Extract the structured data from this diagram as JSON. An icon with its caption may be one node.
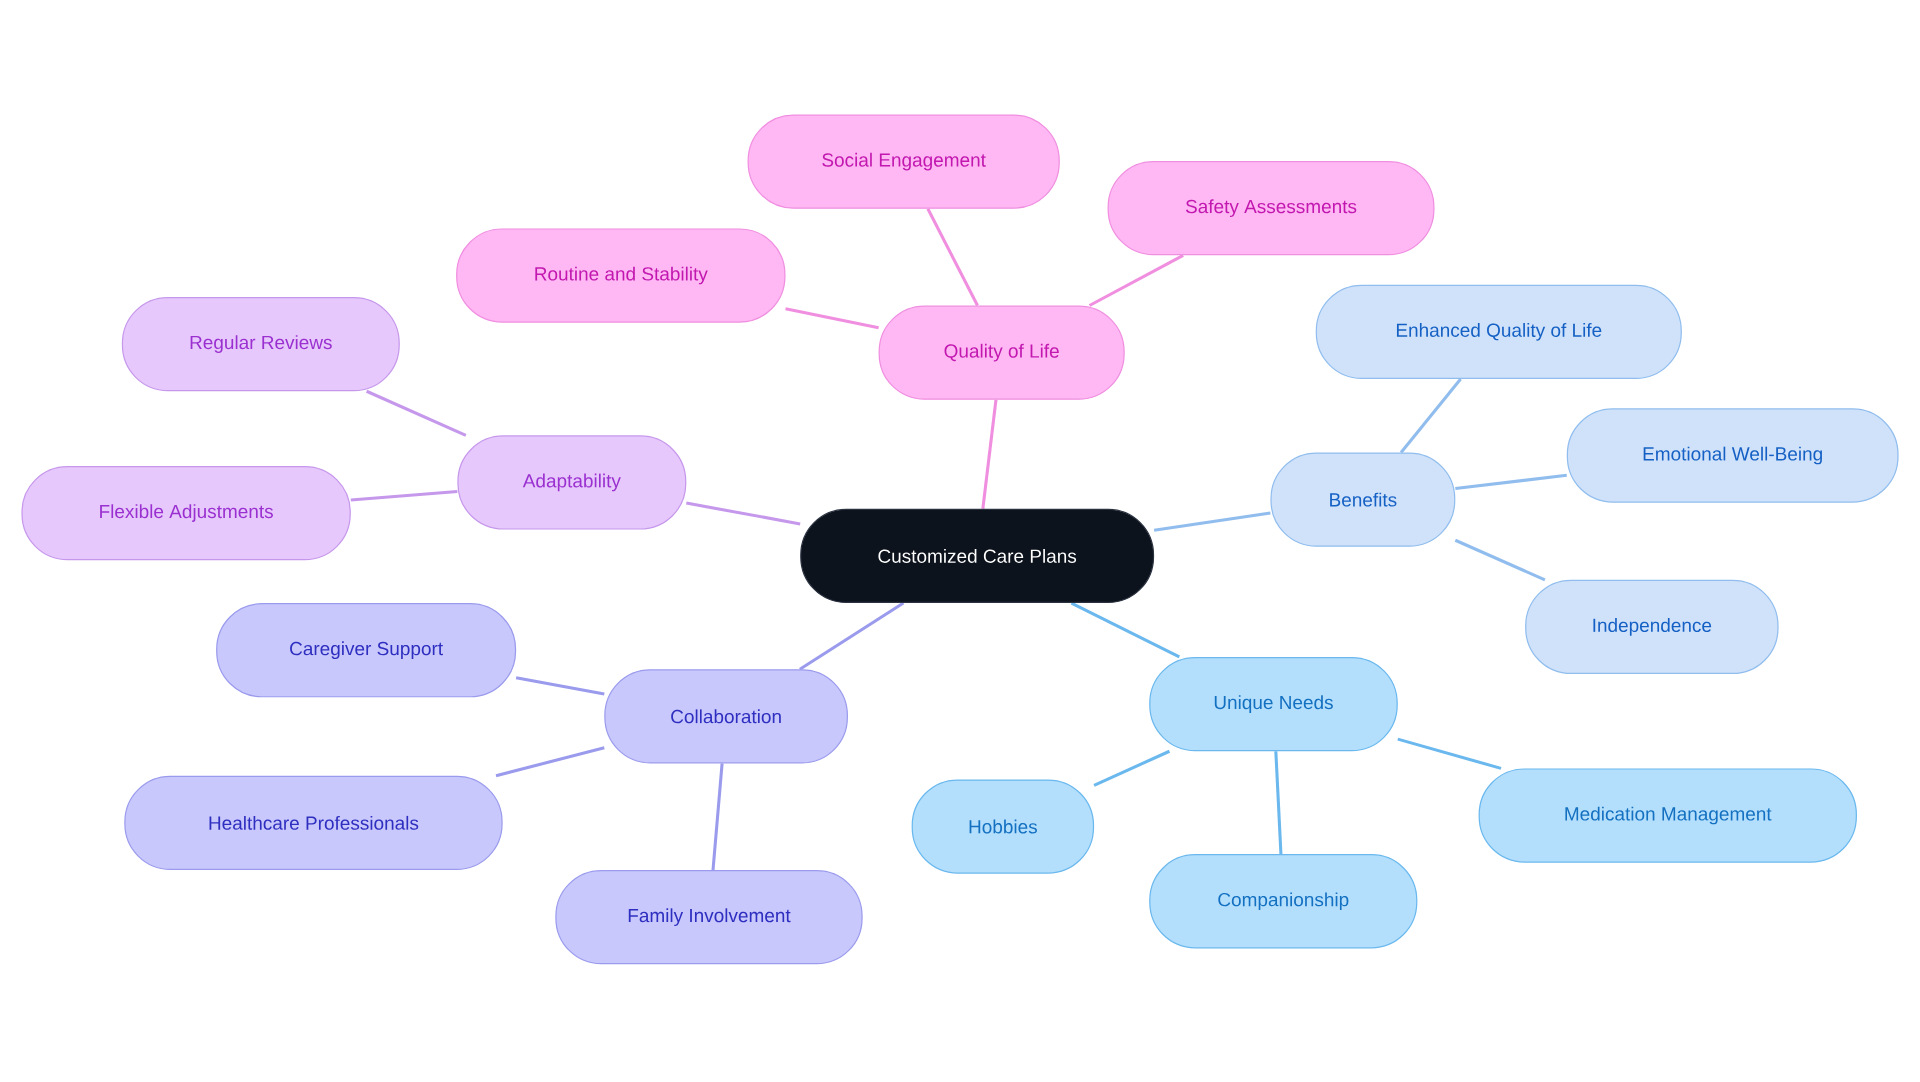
{
  "diagram": {
    "nodes": [
      {
        "text": [
          "Customized Care Plans"
        ]
      },
      {
        "text": [
          "Quality of Life"
        ]
      },
      {
        "text": [
          "Routine and Stability"
        ]
      },
      {
        "text": [
          "Social Engagement"
        ]
      },
      {
        "text": [
          "Safety Assessments"
        ]
      },
      {
        "text": [
          "Benefits"
        ]
      },
      {
        "text": [
          "Enhanced Quality of Life"
        ]
      },
      {
        "text": [
          "Emotional Well-Being"
        ]
      },
      {
        "text": [
          "Independence"
        ]
      },
      {
        "text": [
          "Unique Needs"
        ]
      },
      {
        "text": [
          "Hobbies"
        ]
      },
      {
        "text": [
          "Companionship"
        ]
      },
      {
        "text": [
          "Medication Management"
        ]
      },
      {
        "text": [
          "Collaboration"
        ]
      },
      {
        "text": [
          "Caregiver Support"
        ]
      },
      {
        "text": [
          "Healthcare Professionals"
        ]
      },
      {
        "text": [
          "Family Involvement"
        ]
      },
      {
        "text": [
          "Adaptability"
        ]
      },
      {
        "text": [
          "Regular Reviews"
        ]
      },
      {
        "text": [
          "Flexible Adjustments"
        ]
      }
    ],
    "edges": [
      {
        "from": 0,
        "to": 1,
        "arrow": "none",
        "color": "#f08ee0"
      },
      {
        "from": 1,
        "to": 2,
        "arrow": "none",
        "color": "#f08ee0"
      },
      {
        "from": 1,
        "to": 3,
        "arrow": "none",
        "color": "#f08ee0"
      },
      {
        "from": 1,
        "to": 4,
        "arrow": "none",
        "color": "#f08ee0"
      },
      {
        "from": 0,
        "to": 5,
        "arrow": "none",
        "color": "#90bdee"
      },
      {
        "from": 5,
        "to": 6,
        "arrow": "none",
        "color": "#90bdee"
      },
      {
        "from": 5,
        "to": 7,
        "arrow": "none",
        "color": "#90bdee"
      },
      {
        "from": 5,
        "to": 8,
        "arrow": "none",
        "color": "#90bdee"
      },
      {
        "from": 0,
        "to": 9,
        "arrow": "none",
        "color": "#6ab8ee"
      },
      {
        "from": 9,
        "to": 10,
        "arrow": "none",
        "color": "#6ab8ee"
      },
      {
        "from": 9,
        "to": 11,
        "arrow": "none",
        "color": "#6ab8ee"
      },
      {
        "from": 9,
        "to": 12,
        "arrow": "none",
        "color": "#6ab8ee"
      },
      {
        "from": 0,
        "to": 13,
        "arrow": "none",
        "color": "#9b9bee"
      },
      {
        "from": 13,
        "to": 14,
        "arrow": "none",
        "color": "#9b9bee"
      },
      {
        "from": 13,
        "to": 15,
        "arrow": "none",
        "color": "#9b9bee"
      },
      {
        "from": 13,
        "to": 16,
        "arrow": "none",
        "color": "#9b9bee"
      },
      {
        "from": 0,
        "to": 17,
        "arrow": "none",
        "color": "#c698ec"
      },
      {
        "from": 17,
        "to": 18,
        "arrow": "none",
        "color": "#c698ec"
      },
      {
        "from": 17,
        "to": 19,
        "arrow": "none",
        "color": "#c698ec"
      }
    ]
  }
}
